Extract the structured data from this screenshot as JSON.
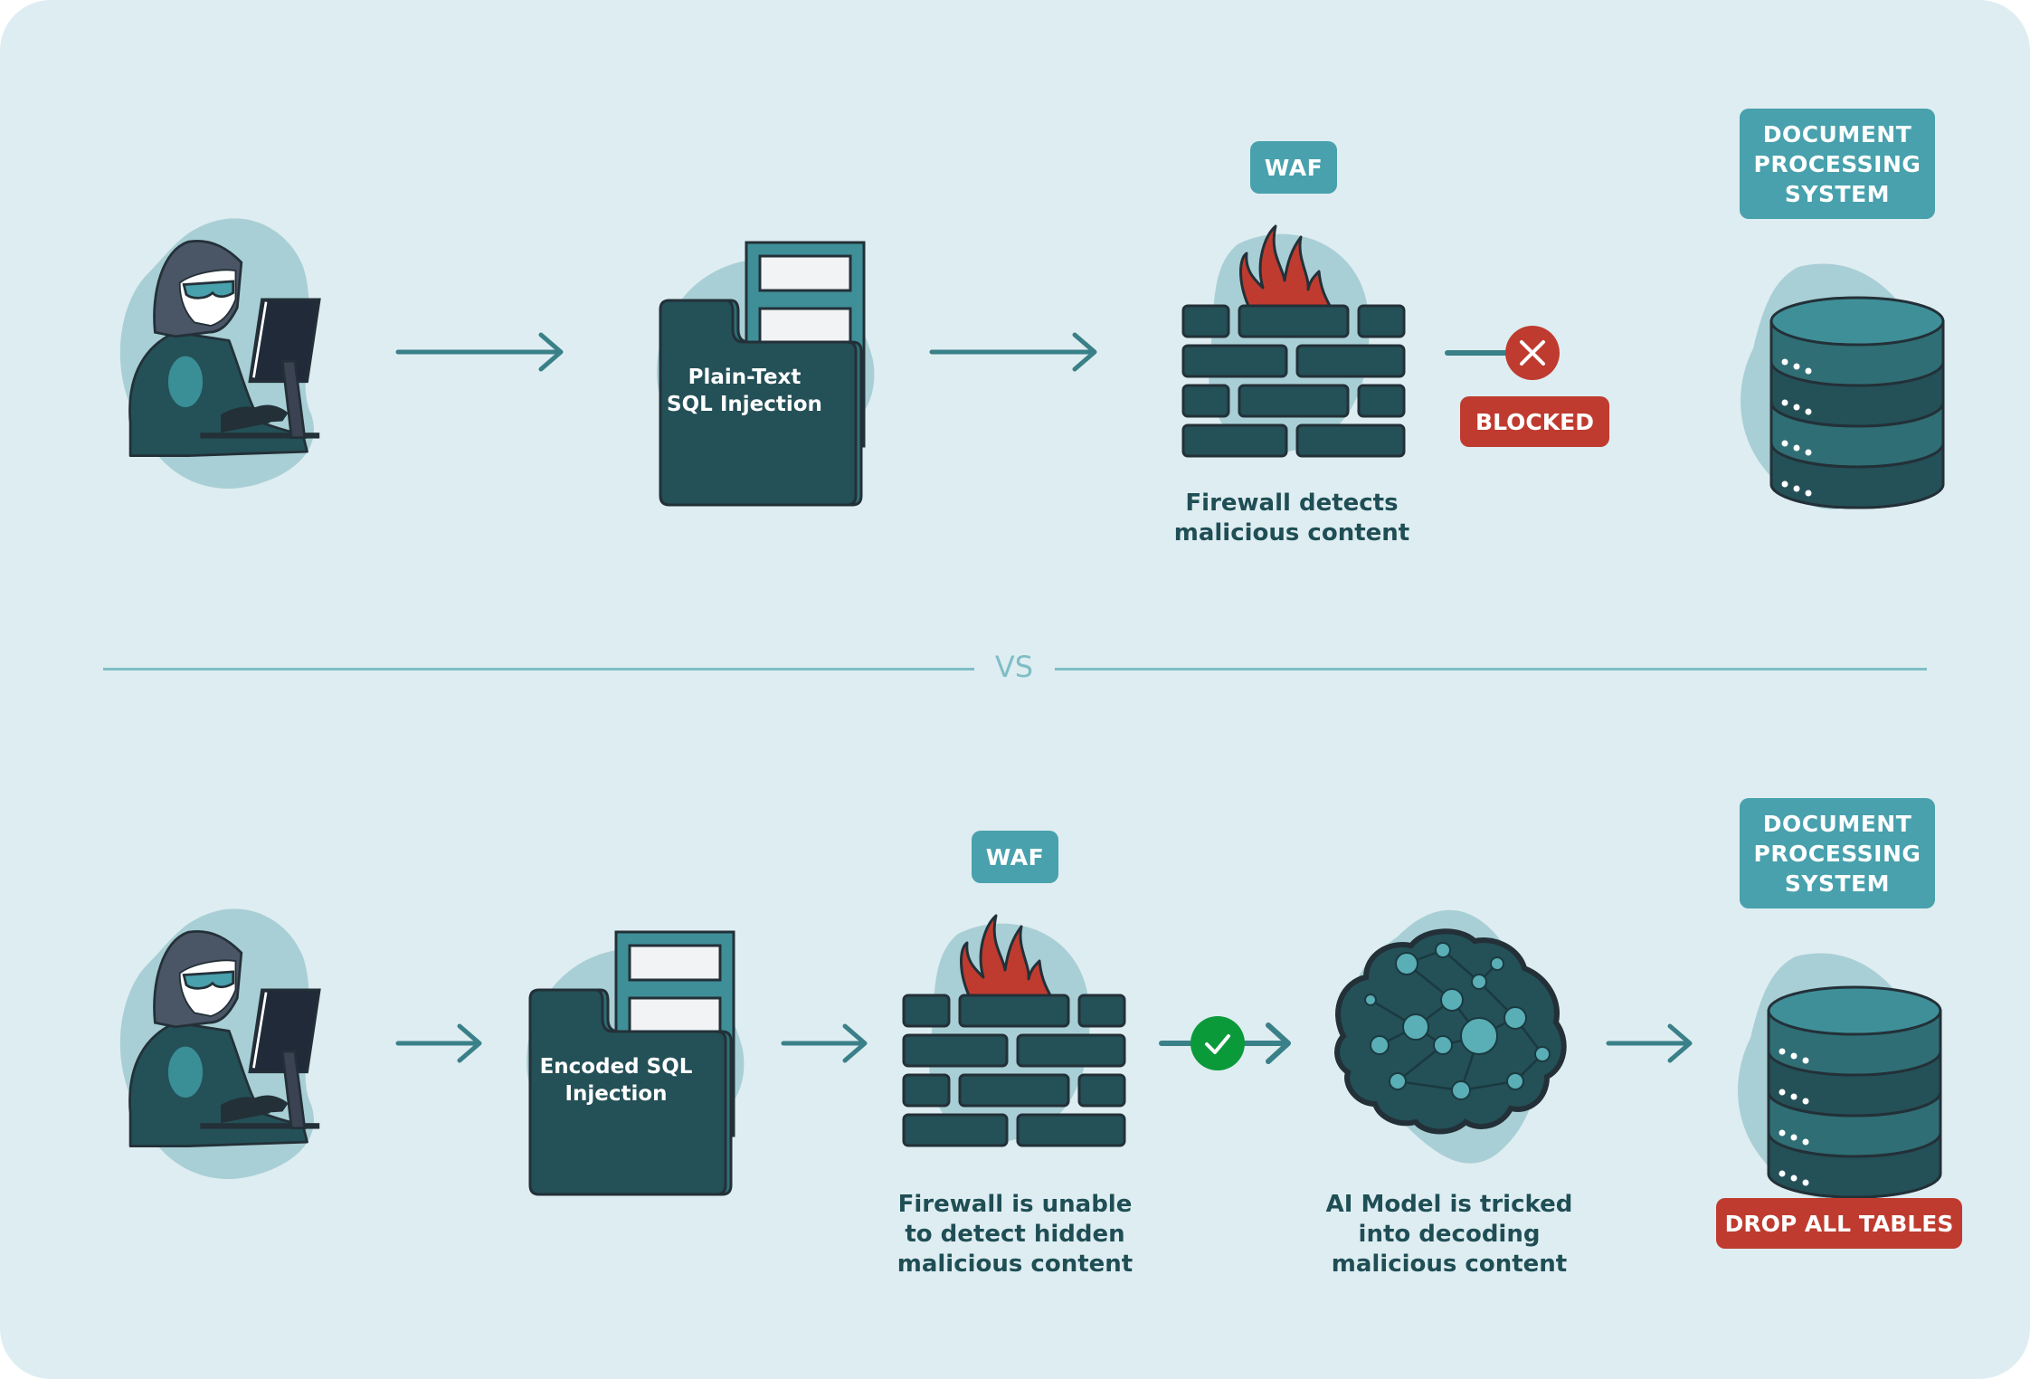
{
  "colors": {
    "background": "#DEEDF1",
    "blob": "#A8CFD5",
    "teal_tag": "#48A1AD",
    "dark_teal": "#245057",
    "arrow": "#3A8088",
    "red": "#BF3B2F",
    "green": "#0A9A3A",
    "text": "#1F4E55"
  },
  "divider": {
    "label": "VS"
  },
  "top_flow": {
    "attacker": {
      "icon": "hacker-at-computer-icon"
    },
    "payload": {
      "label": "Plain-Text\nSQL Injection",
      "icon": "folder-icon"
    },
    "firewall": {
      "tag": "WAF",
      "icon": "firewall-icon",
      "caption": "Firewall detects\nmalicious content"
    },
    "result": {
      "status_icon": "x-circle-icon",
      "status_label": "BLOCKED"
    },
    "target": {
      "tag": "DOCUMENT\nPROCESSING\nSYSTEM",
      "icon": "database-icon"
    }
  },
  "bottom_flow": {
    "attacker": {
      "icon": "hacker-at-computer-icon"
    },
    "payload": {
      "label": "Encoded SQL\nInjection",
      "icon": "folder-icon"
    },
    "firewall": {
      "tag": "WAF",
      "icon": "firewall-icon",
      "caption": "Firewall is unable\nto detect hidden\nmalicious content"
    },
    "pass": {
      "status_icon": "check-circle-icon"
    },
    "ai_model": {
      "icon": "neural-brain-icon",
      "caption": "AI Model is tricked\ninto decoding\nmalicious content"
    },
    "target": {
      "tag": "DOCUMENT\nPROCESSING\nSYSTEM",
      "icon": "database-icon",
      "result_label": "DROP ALL TABLES"
    }
  }
}
